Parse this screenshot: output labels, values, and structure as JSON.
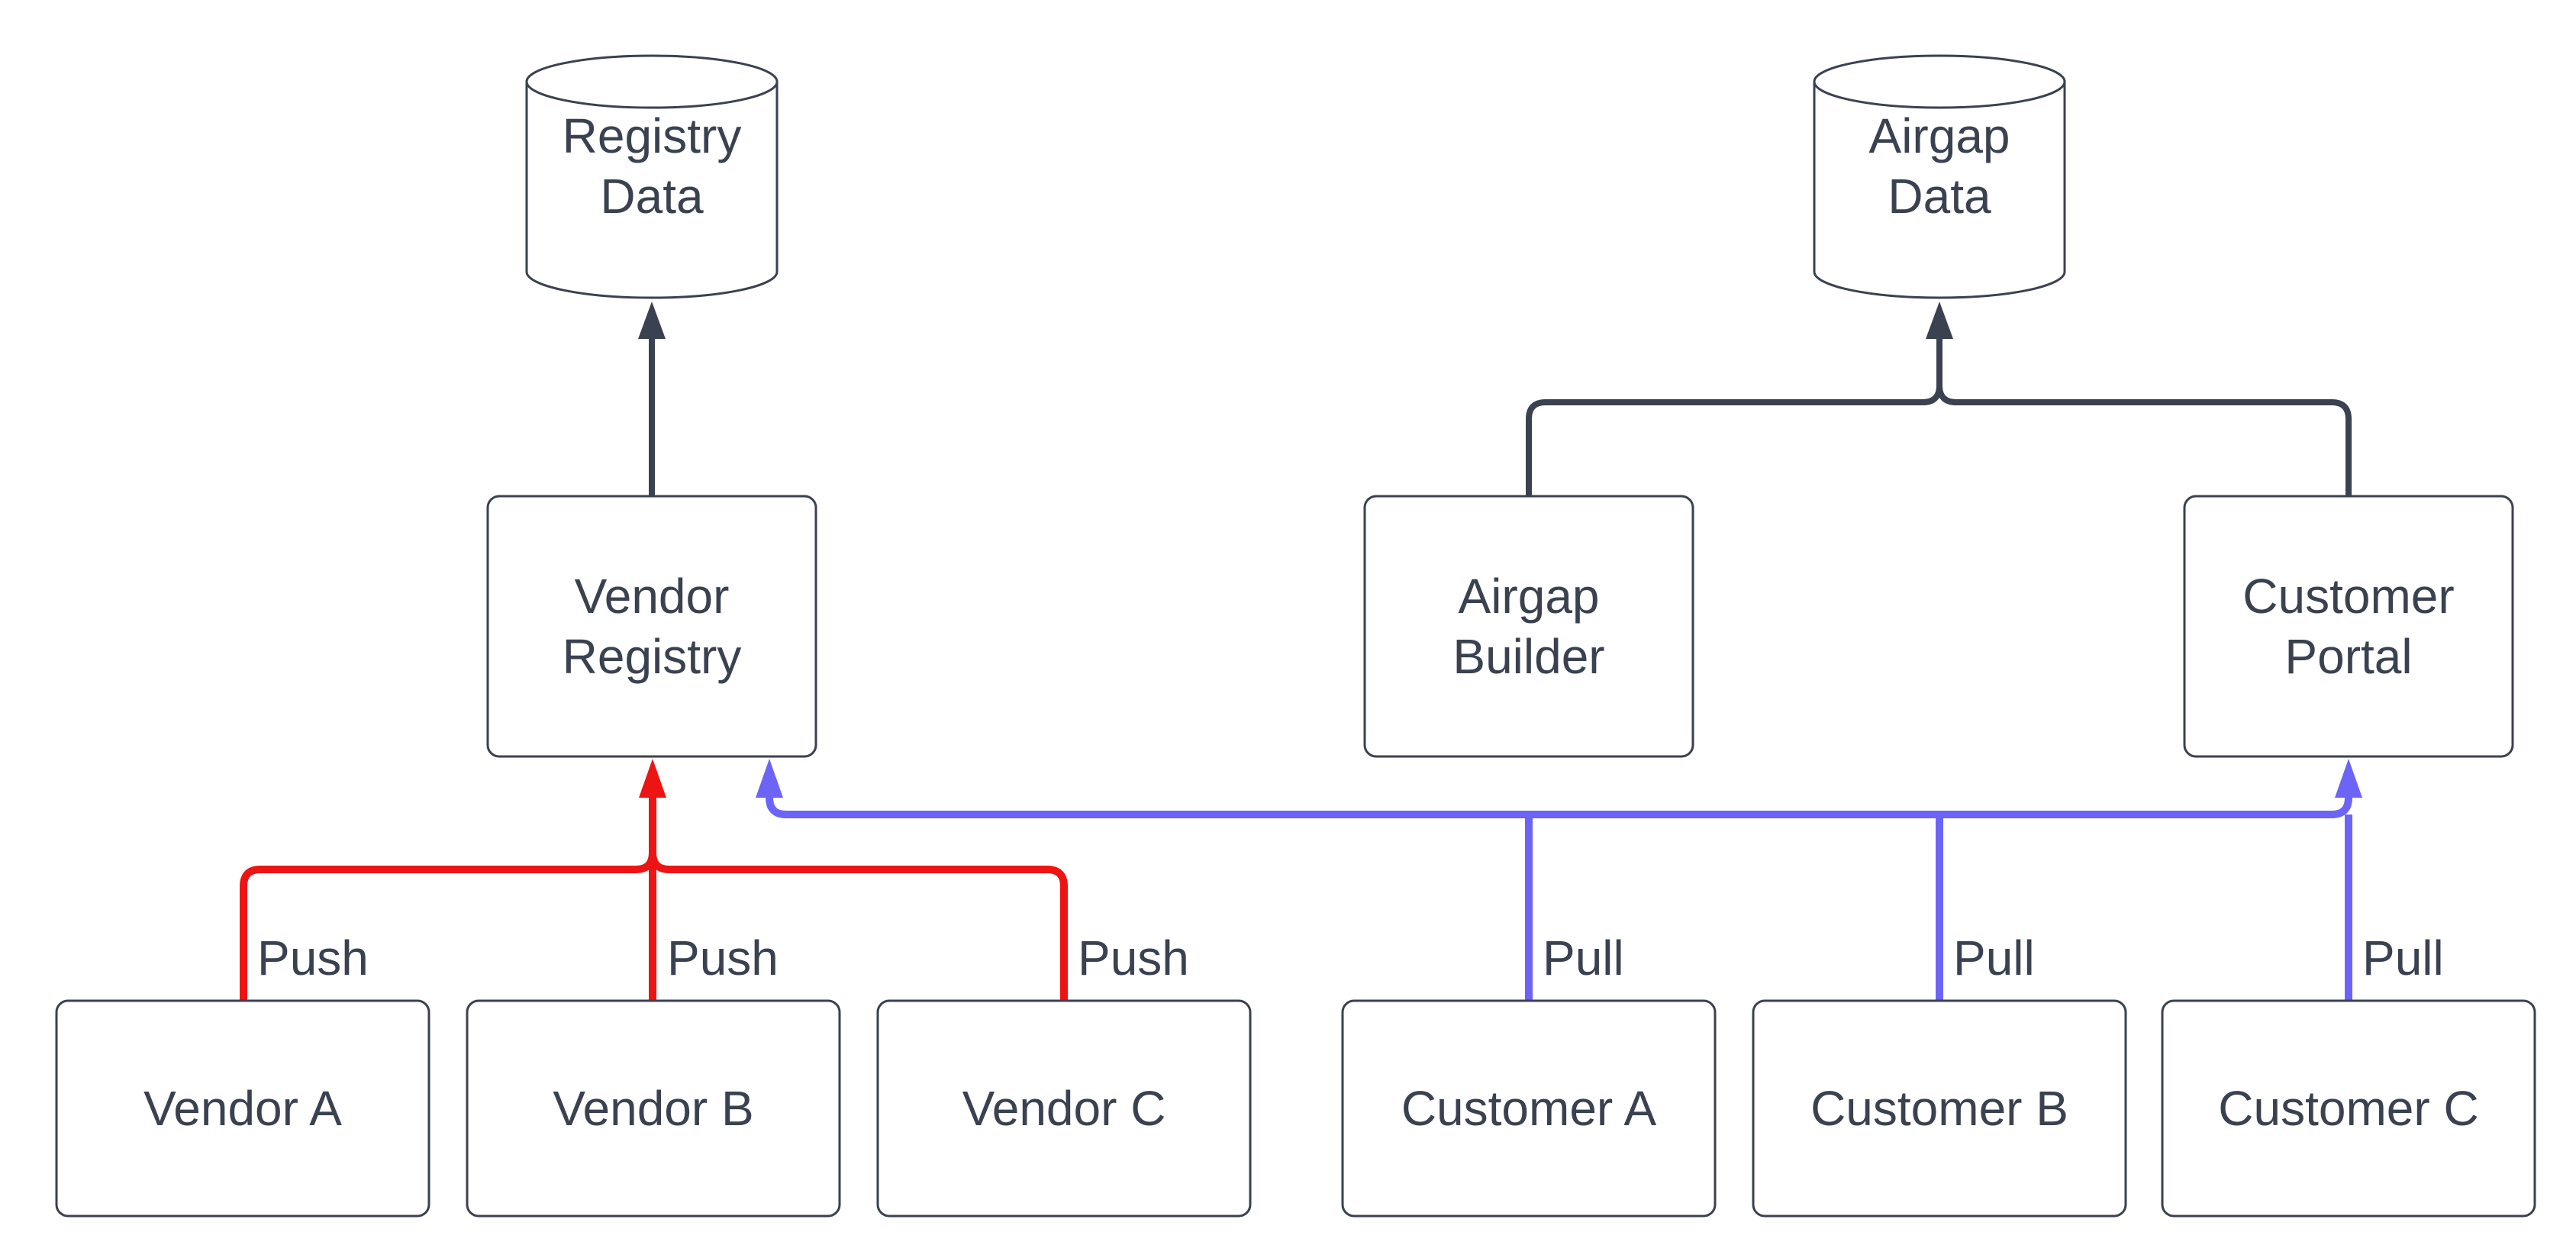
{
  "diagram_type": "flowchart",
  "colors": {
    "background": "#ffffff",
    "node_border": "#3a4150",
    "node_fill": "#ffffff",
    "text": "#3a4150",
    "edge_dark": "#3a4150",
    "edge_push_red": "#ed1414",
    "edge_pull_blue": "#6b64f6"
  },
  "nodes": {
    "registry_data": {
      "label": "Registry\nData",
      "shape": "cylinder"
    },
    "airgap_data": {
      "label": "Airgap\nData",
      "shape": "cylinder"
    },
    "vendor_registry": {
      "label": "Vendor\nRegistry",
      "shape": "rounded-rect"
    },
    "airgap_builder": {
      "label": "Airgap\nBuilder",
      "shape": "rounded-rect"
    },
    "customer_portal": {
      "label": "Customer\nPortal",
      "shape": "rounded-rect"
    },
    "vendor_a": {
      "label": "Vendor A",
      "shape": "rounded-rect"
    },
    "vendor_b": {
      "label": "Vendor B",
      "shape": "rounded-rect"
    },
    "vendor_c": {
      "label": "Vendor C",
      "shape": "rounded-rect"
    },
    "customer_a": {
      "label": "Customer A",
      "shape": "rounded-rect"
    },
    "customer_b": {
      "label": "Customer B",
      "shape": "rounded-rect"
    },
    "customer_c": {
      "label": "Customer C",
      "shape": "rounded-rect"
    }
  },
  "edge_labels": {
    "push": [
      "Push",
      "Push",
      "Push"
    ],
    "pull": [
      "Pull",
      "Pull",
      "Pull"
    ]
  },
  "edges": [
    {
      "from": "vendor_registry",
      "to": "registry_data",
      "style": "dark",
      "label": ""
    },
    {
      "from": "airgap_builder",
      "to": "airgap_data",
      "style": "dark",
      "label": ""
    },
    {
      "from": "customer_portal",
      "to": "airgap_data",
      "style": "dark",
      "label": ""
    },
    {
      "from": "vendor_a",
      "to": "vendor_registry",
      "style": "red",
      "label": "Push"
    },
    {
      "from": "vendor_b",
      "to": "vendor_registry",
      "style": "red",
      "label": "Push"
    },
    {
      "from": "vendor_c",
      "to": "vendor_registry",
      "style": "red",
      "label": "Push"
    },
    {
      "from": "customer_a",
      "to": "vendor_registry and customer_portal",
      "style": "blue",
      "label": "Pull"
    },
    {
      "from": "customer_b",
      "to": "vendor_registry and customer_portal",
      "style": "blue",
      "label": "Pull"
    },
    {
      "from": "customer_c",
      "to": "vendor_registry and customer_portal",
      "style": "blue",
      "label": "Pull"
    }
  ]
}
